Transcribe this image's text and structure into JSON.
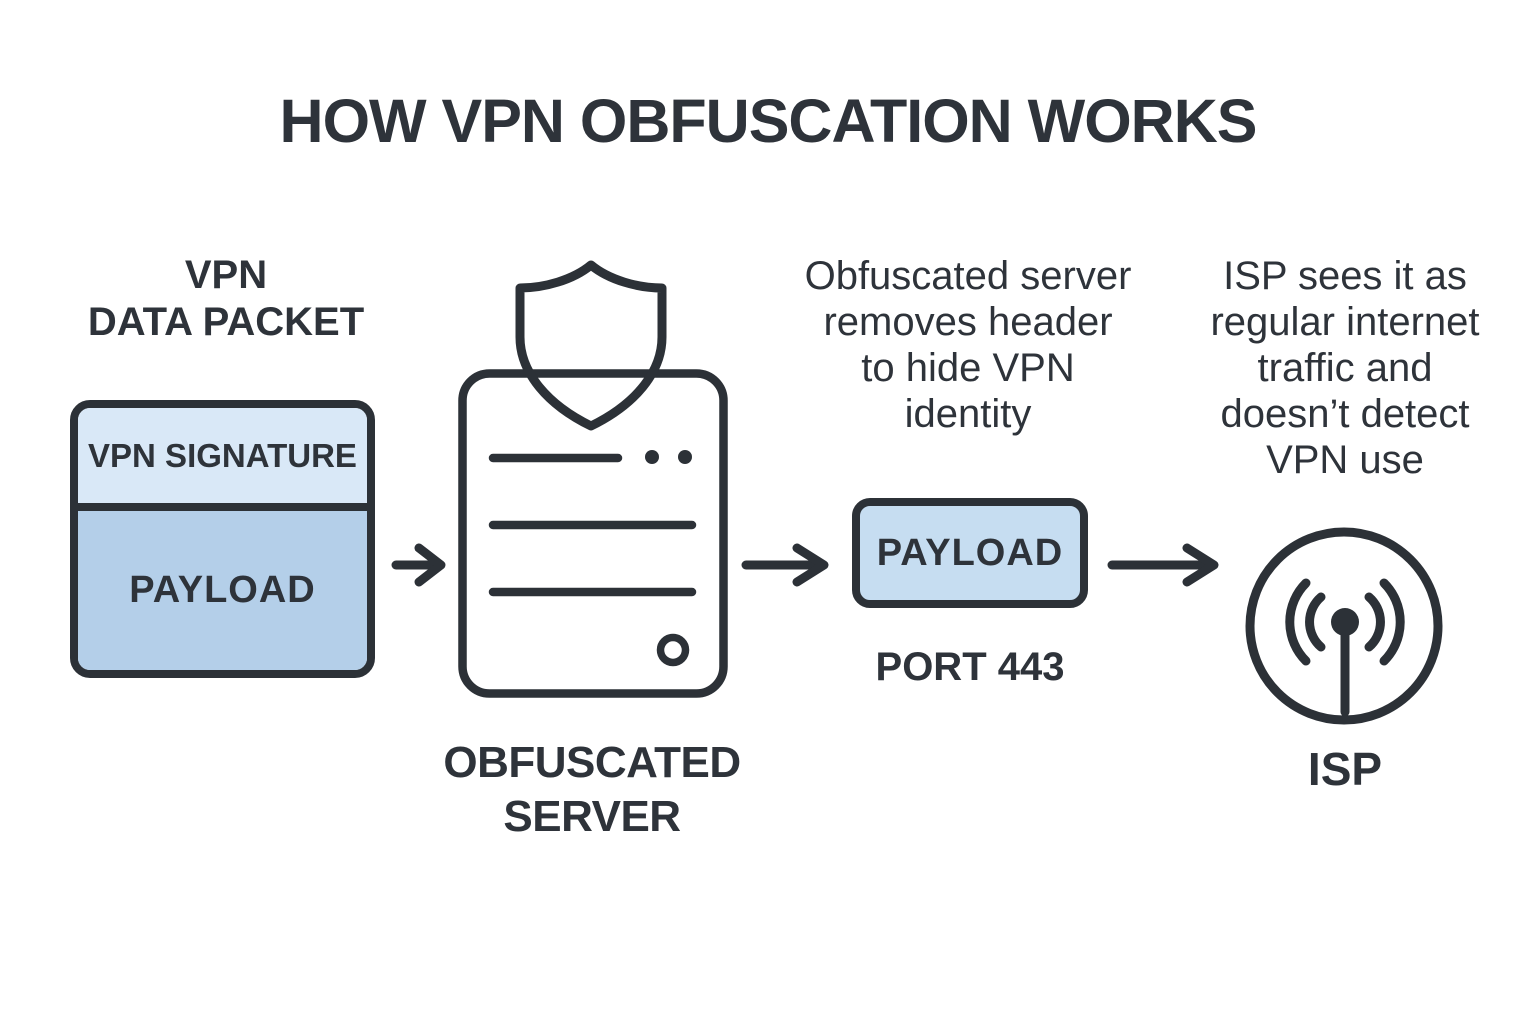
{
  "colors": {
    "ink": "#2e333a",
    "stroke": "#2c3137",
    "signature_blue": "#d9e8f7",
    "payload_blue": "#b4cfe9",
    "payload_box_blue": "#c6ddf1",
    "background": "#ffffff"
  },
  "title": "HOW VPN OBFUSCATION WORKS",
  "packet": {
    "heading": "VPN\nDATA PACKET",
    "signature_label": "VPN SIGNATURE",
    "payload_label": "PAYLOAD"
  },
  "obfuscated_server": {
    "note": "Obfuscated server\nremoves header\nto hide VPN\nidentity",
    "label": "OBFUSCATED\nSERVER"
  },
  "payload_packet": {
    "label": "PAYLOAD",
    "caption": "PORT 443"
  },
  "isp": {
    "note": "ISP sees it as\nregular internet\ntraffic and\ndoesn’t detect\nVPN use",
    "label": "ISP"
  },
  "icons": {
    "shield": "shield-icon",
    "server": "server-icon",
    "arrows": "arrow-right-icon",
    "isp_antenna": "wifi-antenna-icon"
  }
}
